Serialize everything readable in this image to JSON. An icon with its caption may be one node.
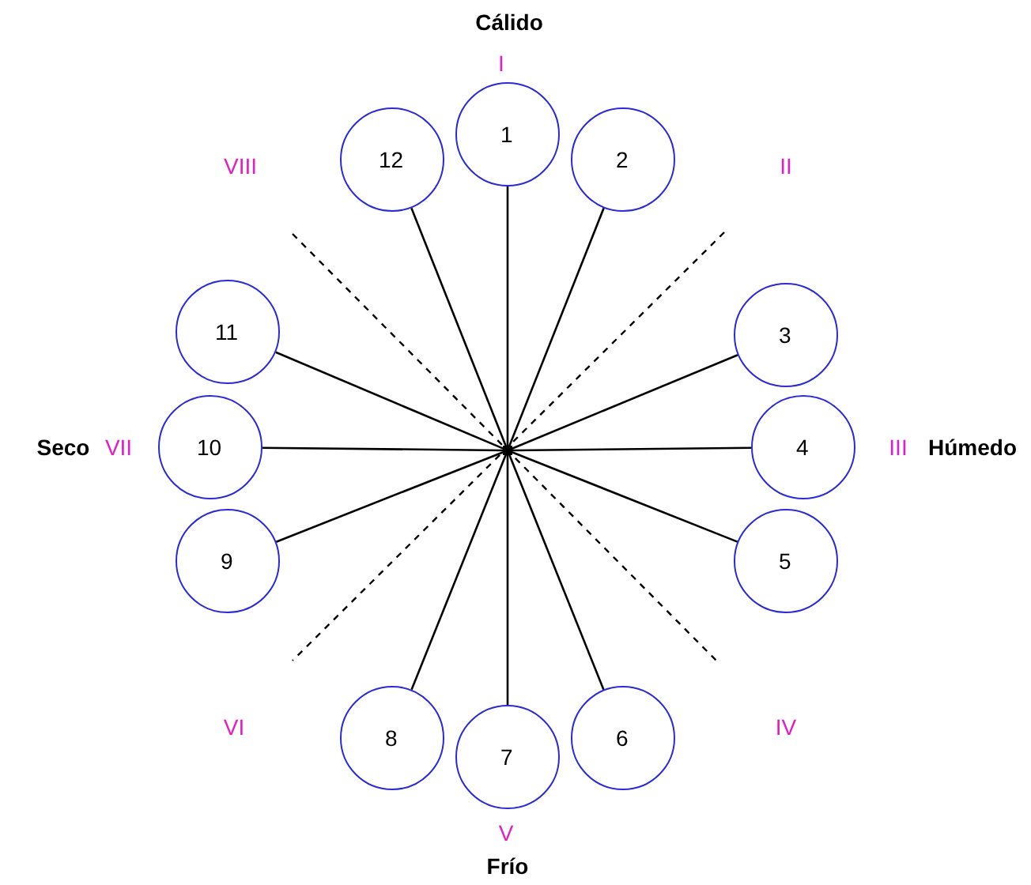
{
  "diagram": {
    "nodes": [
      {
        "text": [],
        "shape": "box"
      },
      {
        "text": [
          "1"
        ]
      },
      {
        "text": [
          "2"
        ]
      },
      {
        "text": [
          "3"
        ]
      },
      {
        "text": [
          "4"
        ]
      },
      {
        "text": [
          "5"
        ]
      },
      {
        "text": [
          "6"
        ]
      },
      {
        "text": [
          "7"
        ]
      },
      {
        "text": [
          "8"
        ]
      },
      {
        "text": [
          "9"
        ]
      },
      {
        "text": [
          "10"
        ]
      },
      {
        "text": [
          "11"
        ]
      },
      {
        "text": [
          "12"
        ]
      }
    ],
    "edges": [
      {
        "from": 0,
        "to": 1,
        "arrow": "none"
      },
      {
        "from": 0,
        "to": 2,
        "arrow": "none"
      },
      {
        "from": 0,
        "to": 3,
        "arrow": "none"
      },
      {
        "from": 0,
        "to": 4,
        "arrow": "none"
      },
      {
        "from": 0,
        "to": 5,
        "arrow": "none"
      },
      {
        "from": 0,
        "to": 6,
        "arrow": "none"
      },
      {
        "from": 0,
        "to": 7,
        "arrow": "none"
      },
      {
        "from": 0,
        "to": 8,
        "arrow": "none"
      },
      {
        "from": 0,
        "to": 9,
        "arrow": "none"
      },
      {
        "from": 0,
        "to": 10,
        "arrow": "none"
      },
      {
        "from": 0,
        "to": 11,
        "arrow": "none"
      },
      {
        "from": 0,
        "to": 12,
        "arrow": "none"
      }
    ],
    "labels": [
      "Cálido",
      "I",
      "VIII",
      "II",
      "Seco",
      "VII",
      "III",
      "Húmedo",
      "VI",
      "IV",
      "V",
      "Frío"
    ]
  }
}
